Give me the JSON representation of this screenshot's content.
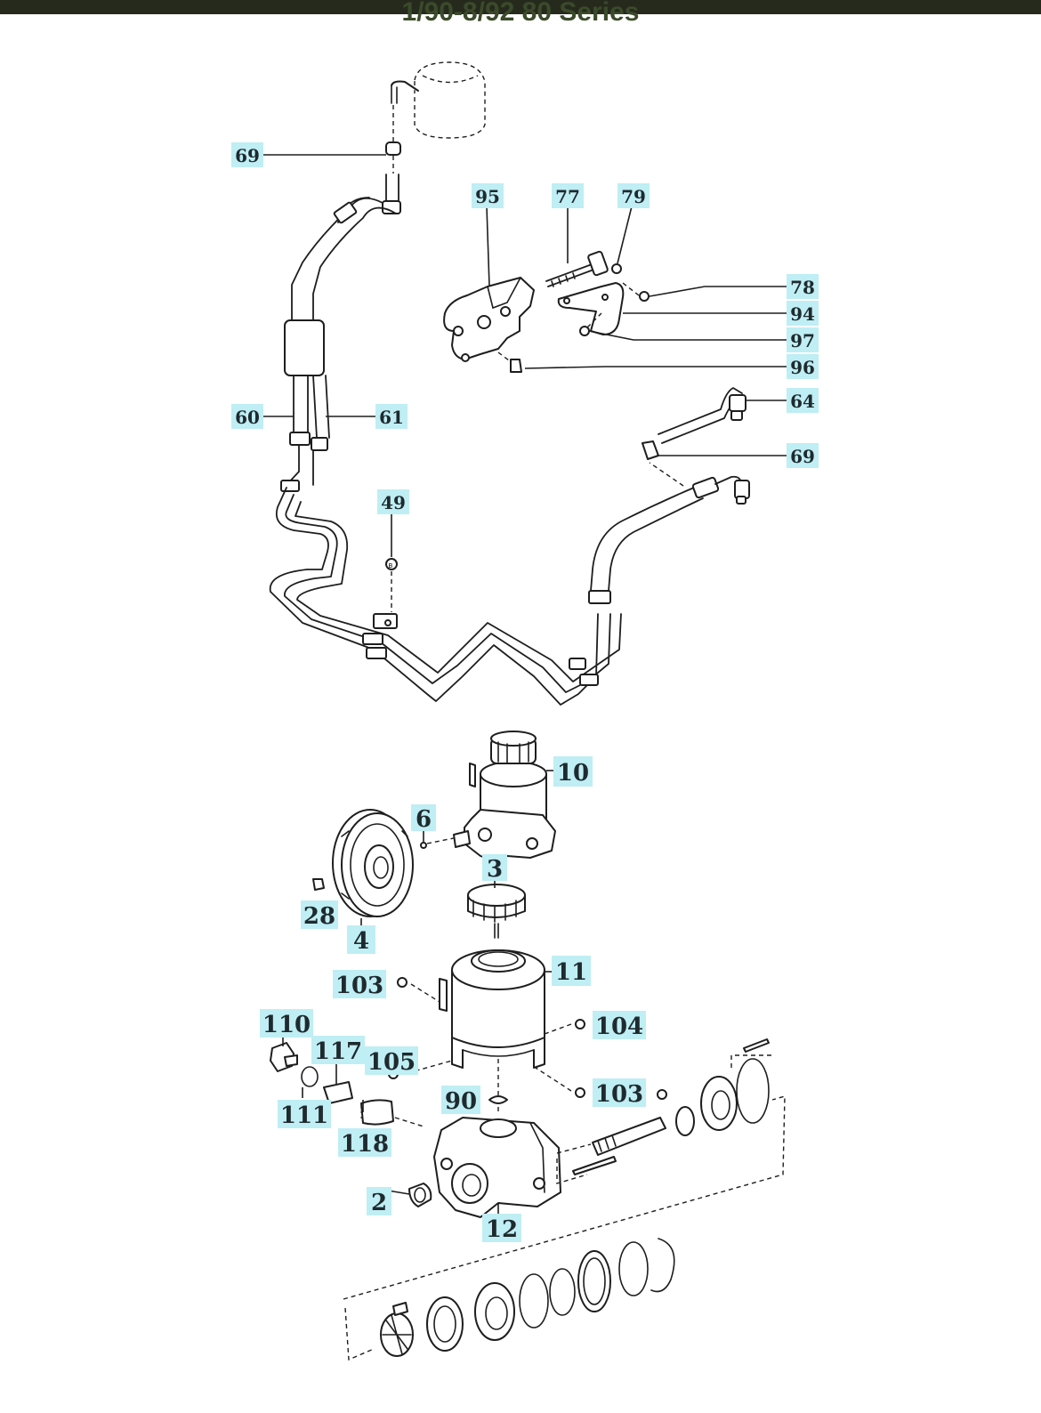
{
  "header": {
    "title": "1/90-8/92 80 Series",
    "bar_color": "#262a1d",
    "title_color": "#3b4a2a"
  },
  "callout_color": "#bfeef4",
  "callouts": {
    "c69a": "69",
    "c95": "95",
    "c77": "77",
    "c79": "79",
    "c78": "78",
    "c94": "94",
    "c97": "97",
    "c96": "96",
    "c64": "64",
    "c60": "60",
    "c61": "61",
    "c69b": "69",
    "c49": "49",
    "c10": "10",
    "c6": "6",
    "c3": "3",
    "c28": "28",
    "c4": "4",
    "c11": "11",
    "c103a": "103",
    "c104": "104",
    "c110": "110",
    "c117": "117",
    "c105": "105",
    "c111": "111",
    "c118": "118",
    "c90": "90",
    "c103b": "103",
    "c2": "2",
    "c12": "12"
  },
  "bolt_marks": {
    "symbol": "B"
  }
}
